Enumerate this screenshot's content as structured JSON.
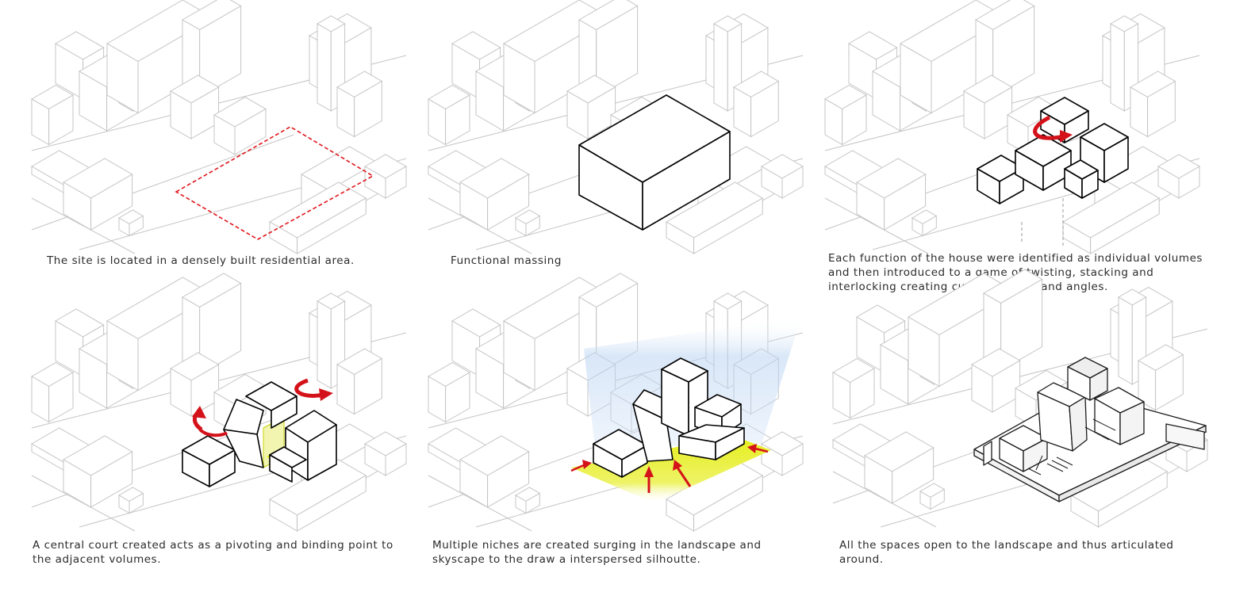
{
  "panels": [
    {
      "caption": [
        "The site is located in a densely built residential area."
      ]
    },
    {
      "caption": [
        "Functional massing"
      ]
    },
    {
      "caption": [
        "Each function of the house were identified as individual volumes",
        "and then introduced to a game of twisting, stacking and",
        "interlocking creating curious spaces and angles."
      ]
    },
    {
      "caption": [
        "A central court created acts as a pivoting and binding point to",
        "the adjacent volumes."
      ]
    },
    {
      "caption": [
        "Multiple niches are created surging in the landscape and",
        "skyscape to the draw a interspersed silhoutte."
      ]
    },
    {
      "caption": [
        "All the spaces open to the landscape and thus articulated",
        "around."
      ]
    }
  ],
  "colors": {
    "site_boundary": "#e0161b",
    "arrow": "#d4121a",
    "highlight_yellow": "#e6ee1a",
    "sky_blue": "#b9d3f2",
    "context_line": "#c4c4c4"
  }
}
